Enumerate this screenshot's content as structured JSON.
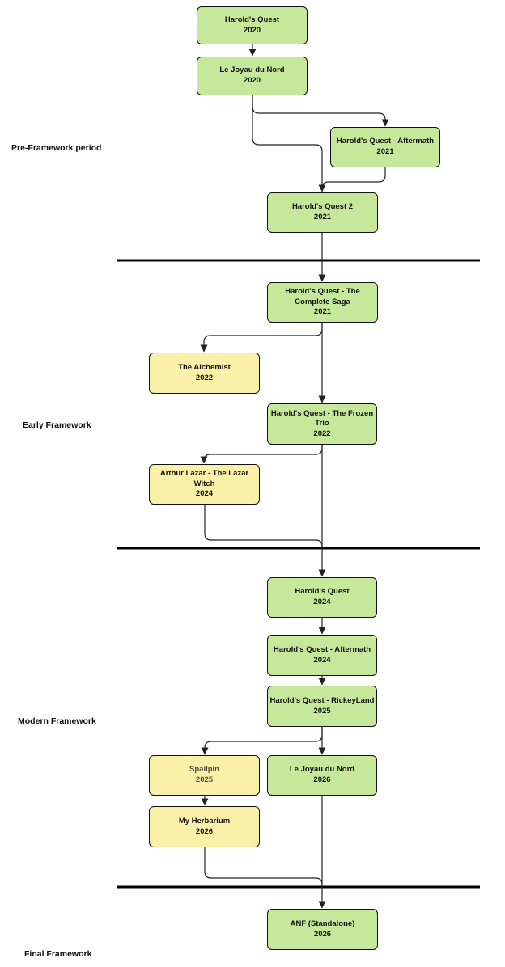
{
  "diagram": {
    "colors": {
      "green_fill": "#c6e89b",
      "yellow_fill": "#fbf0a7",
      "border": "#101010",
      "edge": "#222222",
      "divider": "#000000",
      "text": "#111111",
      "muted_text": "#4d4d44"
    },
    "periods": [
      {
        "id": "pre",
        "label": "Pre-Framework period"
      },
      {
        "id": "early",
        "label": "Early Framework"
      },
      {
        "id": "modern",
        "label": "Modern Framework"
      },
      {
        "id": "final",
        "label": "Final Framework"
      }
    ],
    "nodes": {
      "harolds_quest_2020": {
        "title": "Harold's Quest",
        "year": "2020",
        "color": "green",
        "lines": [
          "Harold's Quest",
          "2020"
        ]
      },
      "le_joyau_du_nord_2020": {
        "title": "Le Joyau du Nord",
        "year": "2020",
        "color": "green",
        "lines": [
          "Le Joyau du Nord",
          "2020"
        ]
      },
      "harolds_quest_aftermath_2021": {
        "title": "Harold's Quest - Aftermath",
        "year": "2021",
        "color": "green",
        "lines": [
          "Harold's Quest - Aftermath",
          "2021"
        ]
      },
      "harolds_quest_2_2021": {
        "title": "Harold's Quest 2",
        "year": "2021",
        "color": "green",
        "lines": [
          "Harold's Quest 2",
          "2021"
        ]
      },
      "complete_saga_2021": {
        "title": "Harold's Quest - The Complete Saga",
        "year": "2021",
        "color": "green",
        "lines": [
          "Harold's Quest - The",
          "Complete Saga",
          "2021"
        ]
      },
      "the_alchemist_2022": {
        "title": "The Alchemist",
        "year": "2022",
        "color": "yellow",
        "lines": [
          "The Alchemist",
          "2022"
        ]
      },
      "frozen_trio_2022": {
        "title": "Harold's Quest - The Frozen Trio",
        "year": "2022",
        "color": "green",
        "lines": [
          "Harold's Quest - The Frozen",
          "Trio",
          "2022"
        ]
      },
      "arthur_lazar_2024": {
        "title": "Arthur Lazar - The Lazar Witch",
        "year": "2024",
        "color": "yellow",
        "lines": [
          "Arthur Lazar - The Lazar",
          "Witch",
          "2024"
        ]
      },
      "harolds_quest_2024": {
        "title": "Harold's Quest",
        "year": "2024",
        "color": "green",
        "lines": [
          "Harold's Quest",
          "2024"
        ]
      },
      "harolds_quest_aftermath_2024": {
        "title": "Harold's Quest - Aftermath",
        "year": "2024",
        "color": "green",
        "lines": [
          "Harold's Quest - Aftermath",
          "2024"
        ]
      },
      "rickeyland_2025": {
        "title": "Harold's Quest - RickeyLand",
        "year": "2025",
        "color": "green",
        "lines": [
          "Harold's Quest - RickeyLand",
          "2025"
        ]
      },
      "spailpin_2025": {
        "title": "Spailpin",
        "year": "2025",
        "color": "yellow",
        "lines": [
          "Spailpin",
          "2025"
        ]
      },
      "le_joyau_du_nord_2026": {
        "title": "Le Joyau du Nord",
        "year": "2026",
        "color": "green",
        "lines": [
          "Le Joyau du Nord",
          "2026"
        ]
      },
      "my_herbarium_2026": {
        "title": "My Herbarium",
        "year": "2026",
        "color": "yellow",
        "lines": [
          "My Herbarium",
          "2026"
        ]
      },
      "anf_standalone_2026": {
        "title": "ANF (Standalone)",
        "year": "2026",
        "color": "green",
        "lines": [
          "ANF (Standalone)",
          "2026"
        ]
      }
    },
    "edges": [
      {
        "from": "harolds_quest_2020",
        "to": "le_joyau_du_nord_2020"
      },
      {
        "from": "le_joyau_du_nord_2020",
        "to": "harolds_quest_aftermath_2021"
      },
      {
        "from": "le_joyau_du_nord_2020",
        "to": "harolds_quest_2_2021"
      },
      {
        "from": "harolds_quest_aftermath_2021",
        "to": "harolds_quest_2_2021"
      },
      {
        "from": "harolds_quest_2_2021",
        "to": "complete_saga_2021"
      },
      {
        "from": "complete_saga_2021",
        "to": "the_alchemist_2022"
      },
      {
        "from": "complete_saga_2021",
        "to": "frozen_trio_2022"
      },
      {
        "from": "frozen_trio_2022",
        "to": "arthur_lazar_2024"
      },
      {
        "from": "frozen_trio_2022",
        "to": "harolds_quest_2024"
      },
      {
        "from": "arthur_lazar_2024",
        "to": "harolds_quest_2024"
      },
      {
        "from": "harolds_quest_2024",
        "to": "harolds_quest_aftermath_2024"
      },
      {
        "from": "harolds_quest_aftermath_2024",
        "to": "rickeyland_2025"
      },
      {
        "from": "rickeyland_2025",
        "to": "spailpin_2025"
      },
      {
        "from": "rickeyland_2025",
        "to": "le_joyau_du_nord_2026"
      },
      {
        "from": "spailpin_2025",
        "to": "my_herbarium_2026"
      },
      {
        "from": "le_joyau_du_nord_2026",
        "to": "anf_standalone_2026"
      },
      {
        "from": "my_herbarium_2026",
        "to": "anf_standalone_2026"
      }
    ]
  }
}
